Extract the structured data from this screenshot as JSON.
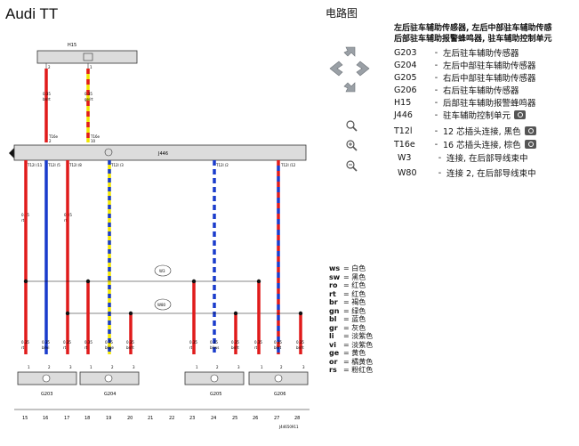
{
  "header": {
    "title": "Audi TT",
    "heading": "电路图"
  },
  "subtitles": [
    "左后驻车辅助传感器, 左后中部驻车辅助传感",
    "后部驻车辅助报警蜂鸣器, 驻车辅助控制单元"
  ],
  "legend": [
    {
      "code": "G203",
      "desc": "左后驻车辅助传感器",
      "cam": false
    },
    {
      "code": "G204",
      "desc": "左后中部驻车辅助传感器",
      "cam": false
    },
    {
      "code": "G205",
      "desc": "右后中部驻车辅助传感器",
      "cam": false
    },
    {
      "code": "G206",
      "desc": "右后驻车辅助传感器",
      "cam": false
    },
    {
      "code": "H15",
      "desc": "后部驻车辅助报警蜂鸣器",
      "cam": false
    },
    {
      "code": "J446",
      "desc": "驻车辅助控制单元",
      "cam": true
    },
    {
      "code": "T12l",
      "desc": "12 芯插头连接, 黑色",
      "cam": true
    },
    {
      "code": "T16e",
      "desc": "16 芯插头连接, 棕色",
      "cam": true
    },
    {
      "code": "W3",
      "desc": "连接, 在后部导线束中",
      "cam": false
    },
    {
      "code": "W80",
      "desc": "连接 2, 在后部导线束中",
      "cam": false
    }
  ],
  "color_codes": [
    {
      "code": "ws",
      "name": "白色"
    },
    {
      "code": "sw",
      "name": "黑色"
    },
    {
      "code": "ro",
      "name": "红色"
    },
    {
      "code": "rt",
      "name": "红色"
    },
    {
      "code": "br",
      "name": "褐色"
    },
    {
      "code": "gn",
      "name": "绿色"
    },
    {
      "code": "bl",
      "name": "蓝色"
    },
    {
      "code": "gr",
      "name": "灰色"
    },
    {
      "code": "li",
      "name": "淡紫色"
    },
    {
      "code": "vi",
      "name": "淡紫色"
    },
    {
      "code": "ge",
      "name": "黄色"
    },
    {
      "code": "or",
      "name": "橘黄色"
    },
    {
      "code": "rs",
      "name": "粉红色"
    }
  ],
  "colors": {
    "red": "#e01b1b",
    "blue": "#1a3ccc",
    "yellow": "#f2e600",
    "black": "#111111",
    "box": "#dcdcdc"
  },
  "diagram": {
    "components": {
      "h15": "H15",
      "j446": "J446",
      "w3": "W3",
      "w80": "W80",
      "g203": "G203",
      "g204": "G204",
      "g205": "G205",
      "g206": "G206"
    },
    "top_wires": [
      {
        "id": "t1",
        "pin": "2",
        "size": "0.35",
        "color": "br/rt",
        "plug": "T16e",
        "plug_pin": "2",
        "style": [
          "red"
        ]
      },
      {
        "id": "t2",
        "pin": "1",
        "size": "0.35",
        "color": "ge/rt",
        "plug": "T16e",
        "plug_pin": "10",
        "style": [
          "yellow",
          "red"
        ]
      }
    ],
    "pins": [
      {
        "pin": "T12l /11",
        "size": "0.35",
        "color": "rt"
      },
      {
        "pin": "T12l /5",
        "size": "",
        "color": ""
      },
      {
        "pin": "T12l /8",
        "size": "0.35",
        "color": "rt"
      },
      {
        "pin": "T12l /3",
        "size": "",
        "color": ""
      },
      {
        "pin": "T12l /2",
        "size": "",
        "color": ""
      },
      {
        "pin": "T12l /12",
        "size": "",
        "color": ""
      }
    ],
    "bottom_wires": [
      {
        "size": "0.35",
        "color": "rt",
        "pin": "1"
      },
      {
        "size": "0.35",
        "color": "bl/vi",
        "pin": "2"
      },
      {
        "size": "0.35",
        "color": "rt",
        "pin": "3"
      },
      {
        "size": "0.35",
        "color": "rt",
        "pin": "1"
      },
      {
        "size": "0.35",
        "color": "bl/ge",
        "pin": "2"
      },
      {
        "size": "0.35",
        "color": "br/rt",
        "pin": "3"
      },
      {
        "size": "0.35",
        "color": "rt",
        "pin": "1"
      },
      {
        "size": "0.35",
        "color": "bl/ws",
        "pin": "2"
      },
      {
        "size": "0.35",
        "color": "br/rt",
        "pin": "3"
      },
      {
        "size": "0.35",
        "color": "rt",
        "pin": "1"
      },
      {
        "size": "0.35",
        "color": "bl/rt",
        "pin": "2"
      },
      {
        "size": "0.35",
        "color": "br/rt",
        "pin": "3"
      }
    ],
    "ruler": [
      "15",
      "16",
      "17",
      "18",
      "19",
      "20",
      "21",
      "22",
      "23",
      "24",
      "25",
      "26",
      "27",
      "28"
    ],
    "code": "J44650911"
  }
}
